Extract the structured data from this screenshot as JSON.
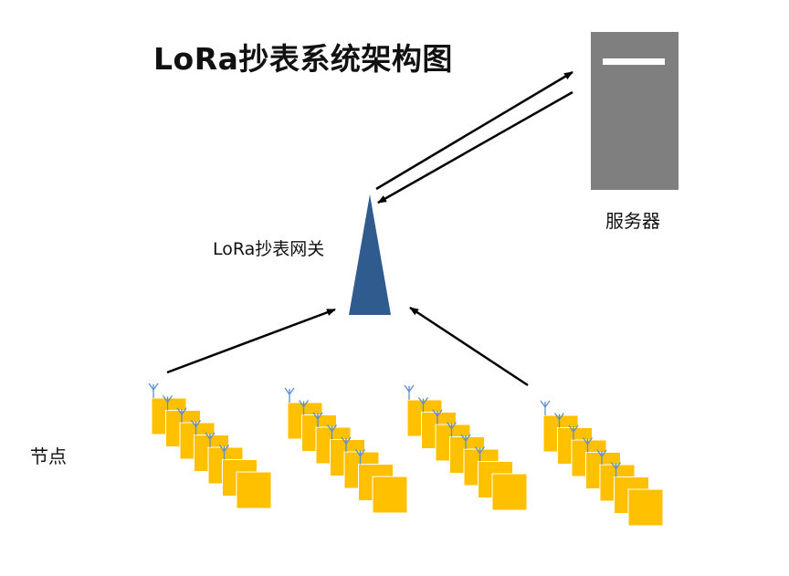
{
  "title": "LoRa抄表系统架构图",
  "server": {
    "label": "服务器"
  },
  "gateway": {
    "label": "LoRa抄表网关"
  },
  "nodes": {
    "label": "节点",
    "group_count": 4,
    "devices_per_group": 7
  },
  "links": [
    {
      "from": "gateway",
      "to": "server",
      "direction": "up"
    },
    {
      "from": "server",
      "to": "gateway",
      "direction": "down"
    },
    {
      "from": "node-group-1",
      "to": "gateway"
    },
    {
      "from": "node-group-4",
      "to": "gateway"
    }
  ],
  "colors": {
    "server_body": "#7f7f7f",
    "server_slot": "#ffffff",
    "gateway": "#2f5b8f",
    "node": "#ffc000",
    "node_border": "#ffffff",
    "antenna": "#5b8fd0",
    "arrow": "#000000"
  }
}
